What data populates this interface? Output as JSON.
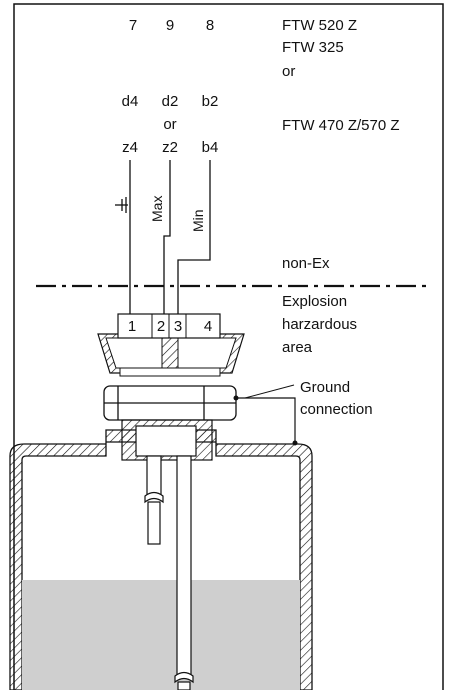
{
  "terminal_numbers": {
    "t7": "7",
    "t9": "9",
    "t8": "8"
  },
  "contact_row1": {
    "a": "d4",
    "b": "d2",
    "c": "b2"
  },
  "contact_or": "or",
  "contact_row2": {
    "a": "z4",
    "b": "z2",
    "c": "b4"
  },
  "devices": {
    "line1": "FTW 520 Z",
    "line2": "FTW 325",
    "or": "or",
    "line3": "FTW 470 Z/570 Z"
  },
  "wire_labels": {
    "max": "Max",
    "min": "Min"
  },
  "zone_labels": {
    "non_ex": "non-Ex",
    "hazard_line1": "Explosion",
    "hazard_line2": "harzardous",
    "hazard_line3": "area"
  },
  "terminal_block": [
    "1",
    "2",
    "3",
    "4"
  ],
  "ground": {
    "line1": "Ground",
    "line2": "connection"
  },
  "colors": {
    "line": "#111111",
    "liquid": "#cfcfcf",
    "background": "#ffffff"
  }
}
